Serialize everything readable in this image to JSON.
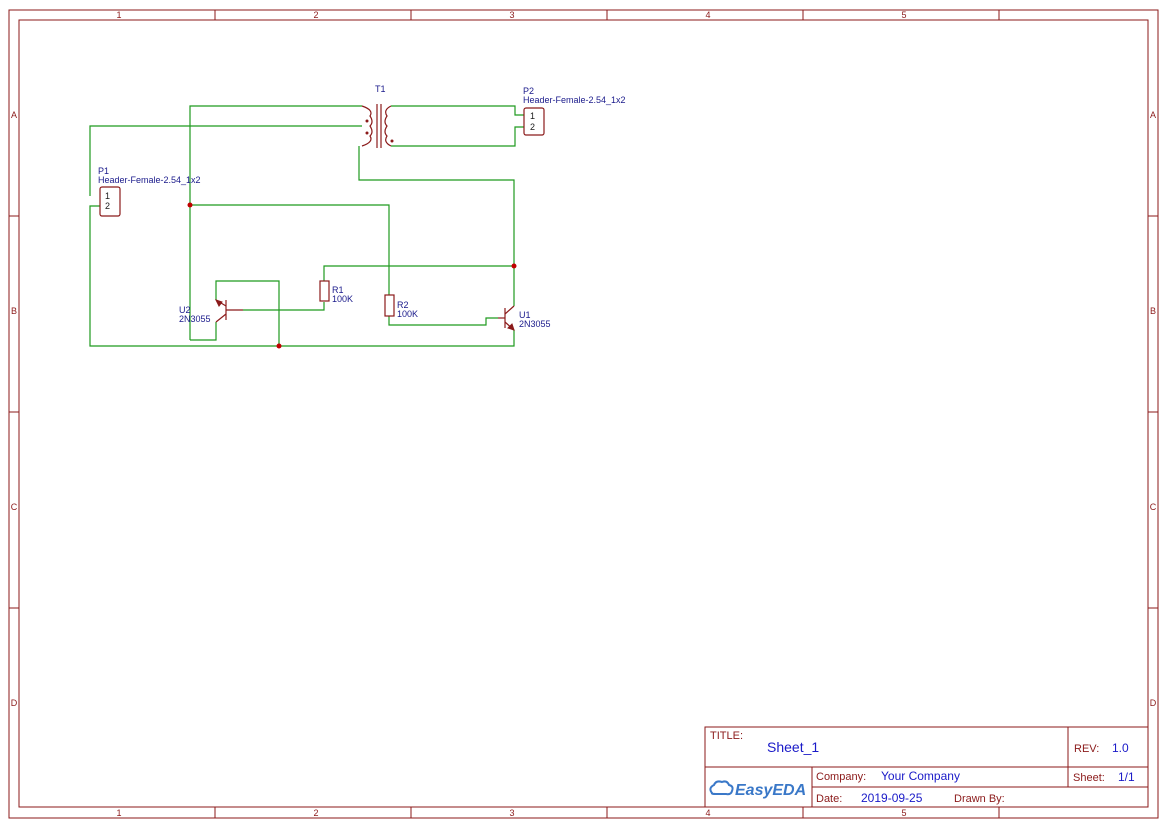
{
  "frame": {
    "columns": [
      "1",
      "2",
      "3",
      "4",
      "5"
    ],
    "rows": [
      "A",
      "B",
      "C",
      "D"
    ]
  },
  "components": {
    "T1": {
      "ref": "T1"
    },
    "P2": {
      "ref": "P2",
      "value": "Header-Female-2.54_1x2",
      "pins": [
        "1",
        "2"
      ]
    },
    "P1": {
      "ref": "P1",
      "value": "Header-Female-2.54_1x2",
      "pins": [
        "1",
        "2"
      ]
    },
    "R1": {
      "ref": "R1",
      "value": "100K"
    },
    "R2": {
      "ref": "R2",
      "value": "100K"
    },
    "U1": {
      "ref": "U1",
      "value": "2N3055"
    },
    "U2": {
      "ref": "U2",
      "value": "2N3055"
    }
  },
  "title_block": {
    "title_label": "TITLE:",
    "title": "Sheet_1",
    "rev_label": "REV:",
    "rev": "1.0",
    "company_label": "Company:",
    "company": "Your Company",
    "sheet_label": "Sheet:",
    "sheet": "1/1",
    "date_label": "Date:",
    "date": "2019-09-25",
    "drawn_label": "Drawn By:",
    "drawn": "",
    "logo": "EasyEDA"
  },
  "colors": {
    "frame": "#8b1a1a",
    "wire": "#1f9a1f",
    "junction": "#c00000",
    "ref_text": "#1a1a8b",
    "tb_value": "#1a1ac8"
  }
}
